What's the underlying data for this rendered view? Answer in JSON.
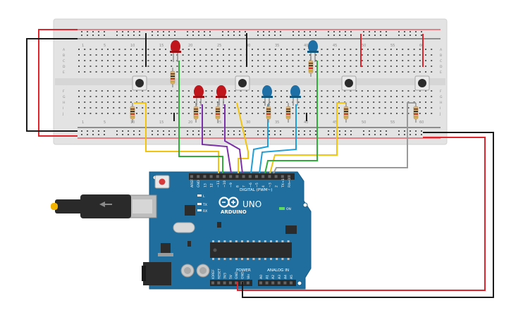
{
  "breadboard": {
    "top_numbers": [
      "1",
      "5",
      "10",
      "15",
      "20",
      "25",
      "30",
      "35",
      "40",
      "45",
      "50",
      "55",
      "60"
    ],
    "bottom_numbers": [
      "1",
      "5",
      "10",
      "15",
      "20",
      "25",
      "30",
      "35",
      "40",
      "45",
      "50",
      "55",
      "60"
    ],
    "row_letters_top": [
      "A",
      "B",
      "C",
      "D",
      "E"
    ],
    "row_letters_bottom": [
      "F",
      "G",
      "H",
      "I",
      "J"
    ]
  },
  "arduino": {
    "digital_label": "DIGITAL (PWM~)",
    "digital_pins": [
      "AREF",
      "GND",
      "13",
      "12",
      "~11",
      "~10",
      "~9",
      "8",
      "7",
      "~6",
      "~5",
      "4",
      "~3",
      "2",
      "TX→1",
      "RX←0"
    ],
    "led_labels": [
      "L",
      "TX",
      "RX"
    ],
    "on_label": "ON",
    "brand": "ARDUINO",
    "model": "UNO",
    "power_label": "POWER",
    "power_pins": [
      "IOREF",
      "RESET",
      "3V3",
      "5V",
      "GND",
      "GND",
      "Vin"
    ],
    "analog_label": "ANALOG IN",
    "analog_pins": [
      "A0",
      "A1",
      "A2",
      "A3",
      "A4",
      "A5"
    ]
  },
  "colors": {
    "board_blue": "#1f6e9e",
    "breadboard": "#e4e4e4",
    "wire_red": "#e3232b",
    "wire_black": "#1b1b1b",
    "wire_green": "#2fae3b",
    "wire_yellow": "#f1c40f",
    "wire_purple": "#7b2fa8",
    "wire_blue": "#1f9ed8",
    "wire_gray": "#9a9a9a",
    "led_red": "#c0151b",
    "led_blue": "#1d6fa5"
  }
}
